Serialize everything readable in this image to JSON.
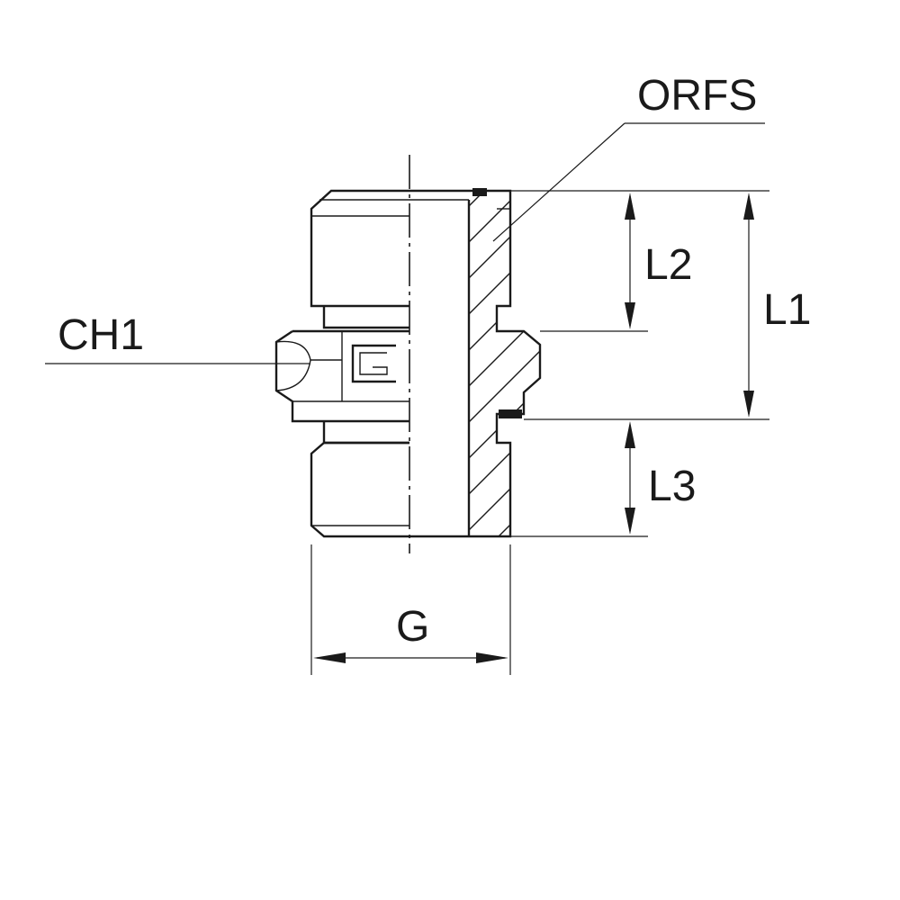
{
  "labels": {
    "orfs": "ORFS",
    "ch1": "CH1",
    "l1": "L1",
    "l2": "L2",
    "l3": "L3",
    "g": "G"
  }
}
